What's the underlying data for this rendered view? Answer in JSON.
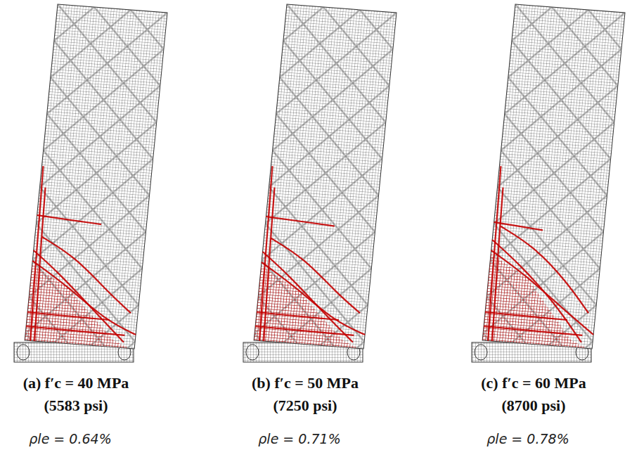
{
  "diagram": {
    "labels": [
      "(a) f′c = 40 MPa",
      "(5583 psi)",
      "ρle = 0.64%",
      "(b) f′c = 50 MPa",
      "(7250 psi)",
      "ρle = 0.71%",
      "(c) f′c = 60 MPa",
      "(8700 psi)",
      "ρle = 0.78%"
    ]
  }
}
